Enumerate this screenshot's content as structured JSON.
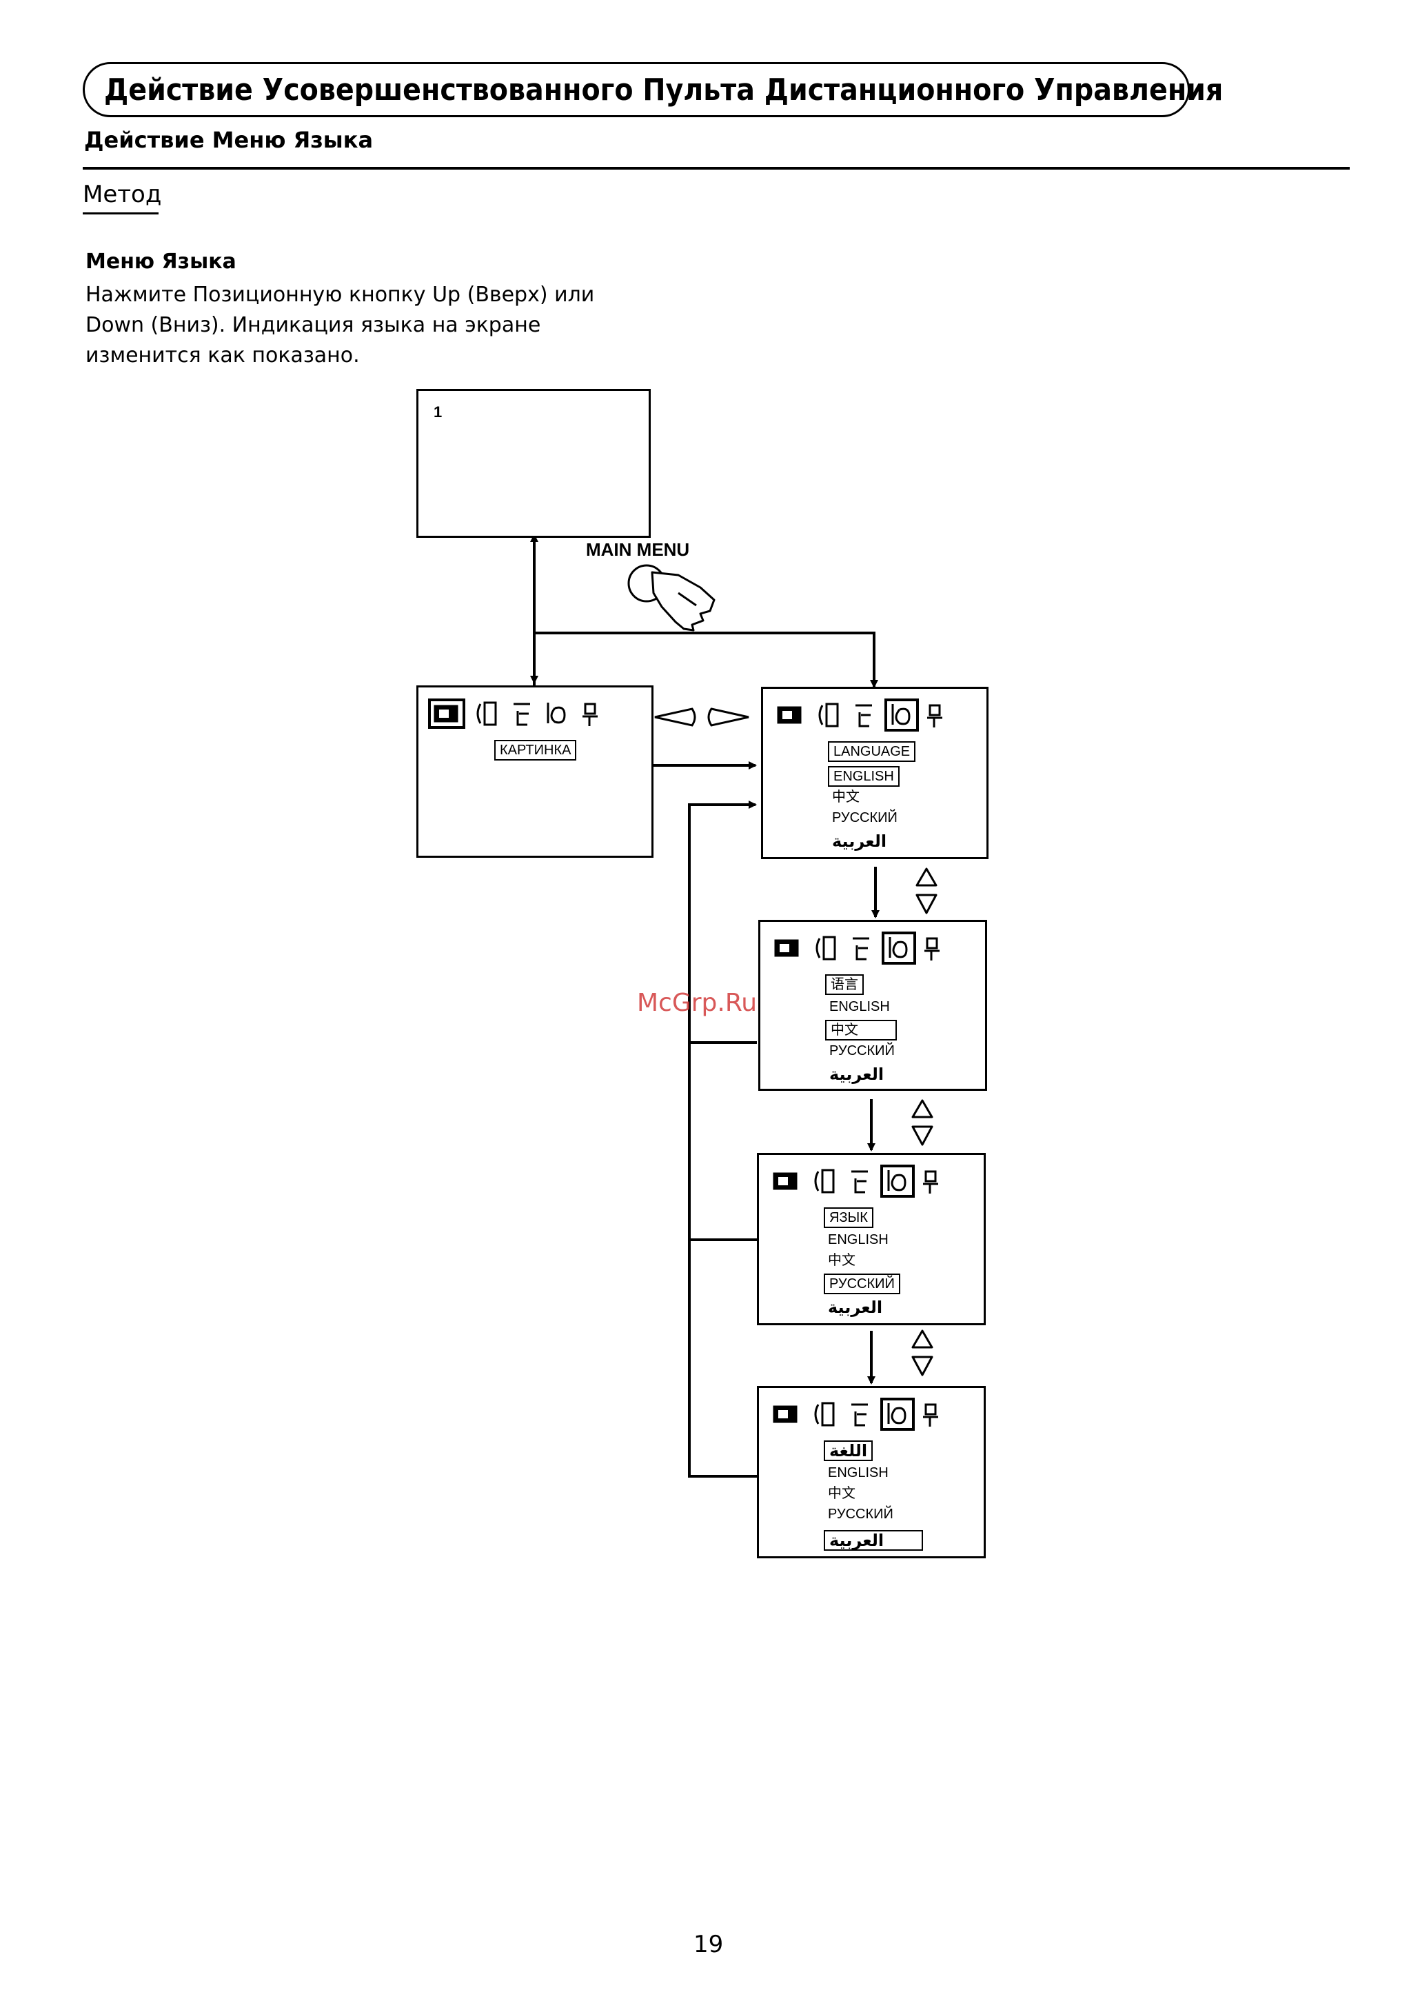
{
  "header": {
    "title": "Действие Усовершенствованного Пульта Дистанционного Управления",
    "subtitle": "Действие Меню Языка"
  },
  "section": {
    "method": "Метод",
    "menu_heading": "Меню Языка",
    "menu_description": "Нажмите Позиционную кнопку Up (Вверх) или Down (Вниз). Индикация языка на экране изменится как показано."
  },
  "diagram": {
    "tv_screen_number": "1",
    "main_menu_label": "MAIN MENU",
    "picture_label": "КАРТИНКА",
    "screens": [
      {
        "header": "LANGUAGE",
        "langs": [
          "ENGLISH",
          "中文",
          "РУССКИЙ",
          "العربية"
        ],
        "selected": 0
      },
      {
        "header": "语言",
        "langs": [
          "ENGLISH",
          "中文",
          "РУССКИЙ",
          "العربية"
        ],
        "selected": 1
      },
      {
        "header": "ЯЗЫК",
        "langs": [
          "ENGLISH",
          "中文",
          "РУССКИЙ",
          "العربية"
        ],
        "selected": 2
      },
      {
        "header": "اللغة",
        "langs": [
          "ENGLISH",
          "中文",
          "РУССКИЙ",
          "العربية"
        ],
        "selected": 3
      }
    ]
  },
  "watermark": "McGrp.Ru",
  "page_number": "19"
}
